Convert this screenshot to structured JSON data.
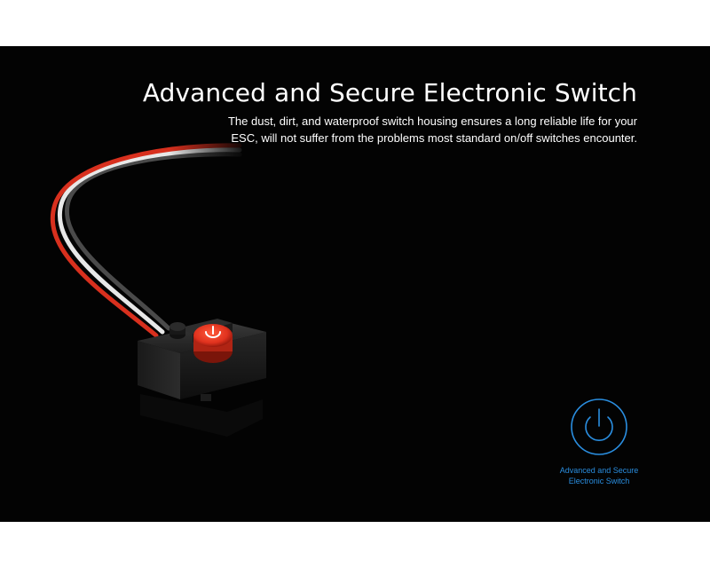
{
  "banner": {
    "headline": "Advanced and Secure Electronic Switch",
    "description": "The dust, dirt, and waterproof switch housing ensures a long reliable life for your ESC, will not suffer from the problems most standard on/off switches encounter.",
    "feature_label": "Advanced and Secure Electronic Switch",
    "feature_icon": "power-icon"
  },
  "colors": {
    "background": "#030303",
    "accent_blue": "#2a8ee0",
    "switch_red": "#e0321e"
  }
}
